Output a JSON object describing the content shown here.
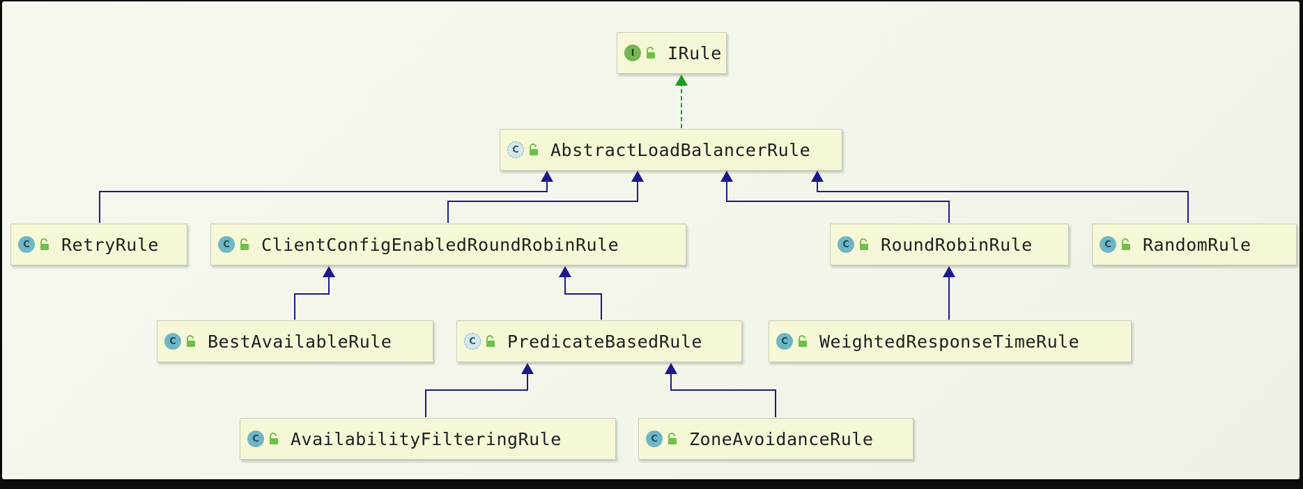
{
  "diagram": {
    "nodes": [
      {
        "id": "irule",
        "label": "IRule",
        "kind": "interface",
        "kind_letter": "I"
      },
      {
        "id": "alb",
        "label": "AbstractLoadBalancerRule",
        "kind": "abstract",
        "kind_letter": "C"
      },
      {
        "id": "retry",
        "label": "RetryRule",
        "kind": "class",
        "kind_letter": "C"
      },
      {
        "id": "ccerr",
        "label": "ClientConfigEnabledRoundRobinRule",
        "kind": "class",
        "kind_letter": "C"
      },
      {
        "id": "rr",
        "label": "RoundRobinRule",
        "kind": "class",
        "kind_letter": "C"
      },
      {
        "id": "random",
        "label": "RandomRule",
        "kind": "class",
        "kind_letter": "C"
      },
      {
        "id": "best",
        "label": "BestAvailableRule",
        "kind": "class",
        "kind_letter": "C"
      },
      {
        "id": "pred",
        "label": "PredicateBasedRule",
        "kind": "abstract",
        "kind_letter": "C"
      },
      {
        "id": "wrt",
        "label": "WeightedResponseTimeRule",
        "kind": "class",
        "kind_letter": "C"
      },
      {
        "id": "avail",
        "label": "AvailabilityFilteringRule",
        "kind": "class",
        "kind_letter": "C"
      },
      {
        "id": "zone",
        "label": "ZoneAvoidanceRule",
        "kind": "class",
        "kind_letter": "C"
      }
    ],
    "edges": [
      {
        "from": "alb",
        "to": "irule",
        "type": "implements"
      },
      {
        "from": "retry",
        "to": "alb",
        "type": "extends"
      },
      {
        "from": "ccerr",
        "to": "alb",
        "type": "extends"
      },
      {
        "from": "rr",
        "to": "alb",
        "type": "extends"
      },
      {
        "from": "random",
        "to": "alb",
        "type": "extends"
      },
      {
        "from": "best",
        "to": "ccerr",
        "type": "extends"
      },
      {
        "from": "pred",
        "to": "ccerr",
        "type": "extends"
      },
      {
        "from": "wrt",
        "to": "rr",
        "type": "extends"
      },
      {
        "from": "avail",
        "to": "pred",
        "type": "extends"
      },
      {
        "from": "zone",
        "to": "pred",
        "type": "extends"
      }
    ],
    "colors": {
      "extends": "#1a1a8c",
      "implements": "#1f9a1f",
      "node_fill": "#f5f7d6",
      "class_icon": "#6fb6c4",
      "interface_icon": "#75b552",
      "lock_icon": "#6fbf4a"
    }
  }
}
